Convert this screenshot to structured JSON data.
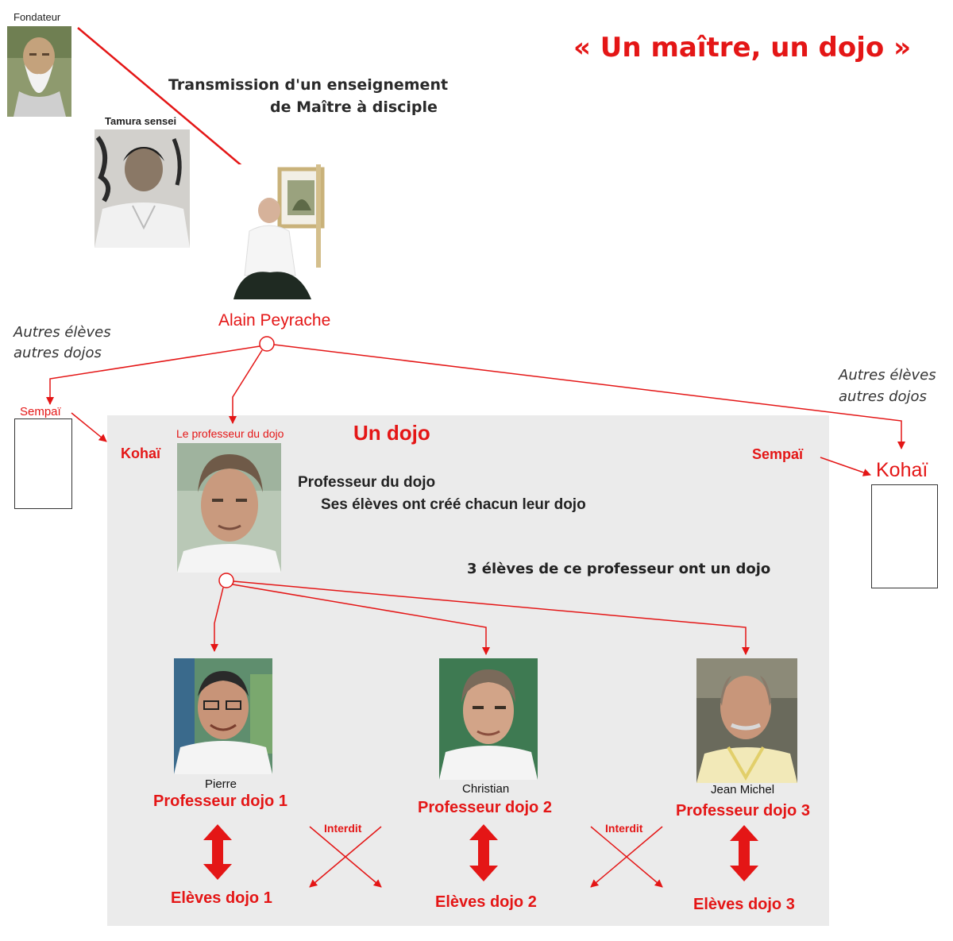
{
  "title": "« Un maître, un dojo »",
  "subtitle": {
    "line1": "Transmission d'un enseignement",
    "line2": "de Maître à disciple"
  },
  "people": {
    "founder": {
      "label": "Fondateur"
    },
    "tamura": {
      "label": "Tamura sensei"
    },
    "peyrache": {
      "label": "Alain Peyrache"
    },
    "dojo_teacher": {
      "label": "Le professeur du dojo"
    },
    "pierre": {
      "name": "Pierre",
      "role": "Professeur dojo 1"
    },
    "christian": {
      "name": "Christian",
      "role": "Professeur dojo 2"
    },
    "jean_michel": {
      "name": "Jean Michel",
      "role": "Professeur dojo 3"
    }
  },
  "left": {
    "others_line1": "Autres élèves",
    "others_line2": "autres dojos",
    "sempai": "Sempaï",
    "kohai": "Kohaï"
  },
  "right": {
    "others_line1": "Autres élèves",
    "others_line2": "autres dojos",
    "sempai": "Sempaï",
    "kohai": "Kohaï"
  },
  "dojo": {
    "title": "Un dojo",
    "desc_line1": "Professeur du dojo",
    "desc_line2": "Ses élèves ont créé chacun leur dojo",
    "note": "3 élèves de ce professeur ont un dojo"
  },
  "students": {
    "dojo1": "Elèves dojo 1",
    "dojo2": "Elèves dojo 2",
    "dojo3": "Elèves dojo 3"
  },
  "forbidden": {
    "label1": "Interdit",
    "label2": "Interdit"
  },
  "colors": {
    "accent": "#e41616",
    "dojo_background": "#ebebeb"
  }
}
